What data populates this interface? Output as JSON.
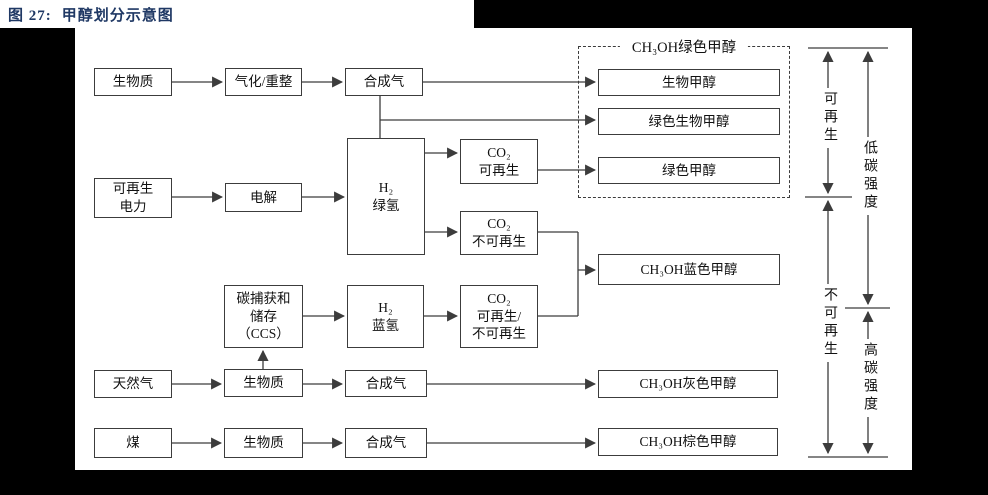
{
  "figure": {
    "label": "图 27:",
    "title": "甲醇划分示意图"
  },
  "colors": {
    "title_text": "#1F3864",
    "line": "#3C3C3C",
    "background": "#000000",
    "panel": "#FFFFFF"
  },
  "nodes": {
    "biomass1": "生物质",
    "gasification": "气化/重整",
    "syngas1": "合成气",
    "bio_methanol": "生物甲醇",
    "green_bio_methanol": "绿色生物甲醇",
    "green_methanol": "绿色甲醇",
    "renewable_power": "可再生\n电力",
    "electrolysis": "电解",
    "green_h2": "H₂\n绿氢",
    "co2_renewable": "CO₂\n可再生",
    "co2_nonrenewable": "CO₂\n不可再生",
    "ccs": "碳捕获和\n储存\n（CCS）",
    "blue_h2": "H₂\n蓝氢",
    "co2_mixed": "CO₂\n可再生/\n不可再生",
    "blue_methanol": "CH₃OH蓝色甲醇",
    "natural_gas": "天然气",
    "biomass2": "生物质",
    "syngas2": "合成气",
    "gray_methanol": "CH₃OH灰色甲醇",
    "coal": "煤",
    "biomass3": "生物质",
    "syngas3": "合成气",
    "brown_methanol": "CH₃OH棕色甲醇"
  },
  "group": {
    "title": "CH₃OH绿色甲醇"
  },
  "axis_labels": {
    "renewable": "可再生",
    "non_renewable": "不可再生",
    "low_carbon": "低碳强度",
    "high_carbon": "高碳强度"
  }
}
